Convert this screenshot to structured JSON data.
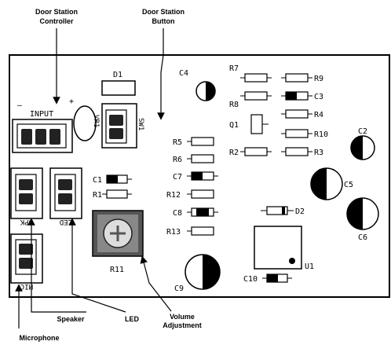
{
  "callouts": {
    "door_station_controller": [
      "Door Station",
      "Controller"
    ],
    "door_station_button": [
      "Door Station",
      "Button"
    ],
    "speaker": "Speaker",
    "led": "LED",
    "volume_adjustment": [
      "Volume",
      "Adjustment"
    ],
    "microphone": "Microphone"
  },
  "board": {
    "input_label": "INPUT",
    "minus": "—",
    "plus": "+",
    "vr1": "VR1",
    "sw1": "SW1",
    "spk": "SPK",
    "led_conn": "LED",
    "mic": "MIC",
    "d1": "D1",
    "d2": "D2",
    "u1": "U1",
    "q1": "Q1",
    "r11": "R11",
    "c1": "C1",
    "r1": "R1",
    "r5": "R5",
    "r6": "R6",
    "c7": "C7",
    "r12": "R12",
    "c8": "C8",
    "r13": "R13",
    "r7": "R7",
    "r8": "R8",
    "r9": "R9",
    "c3": "C3",
    "r4": "R4",
    "r10": "R10",
    "r2": "R2",
    "r3": "R3",
    "c2": "C2",
    "c4": "C4",
    "c5": "C5",
    "c6": "C6",
    "c9": "C9",
    "c10": "C10"
  }
}
